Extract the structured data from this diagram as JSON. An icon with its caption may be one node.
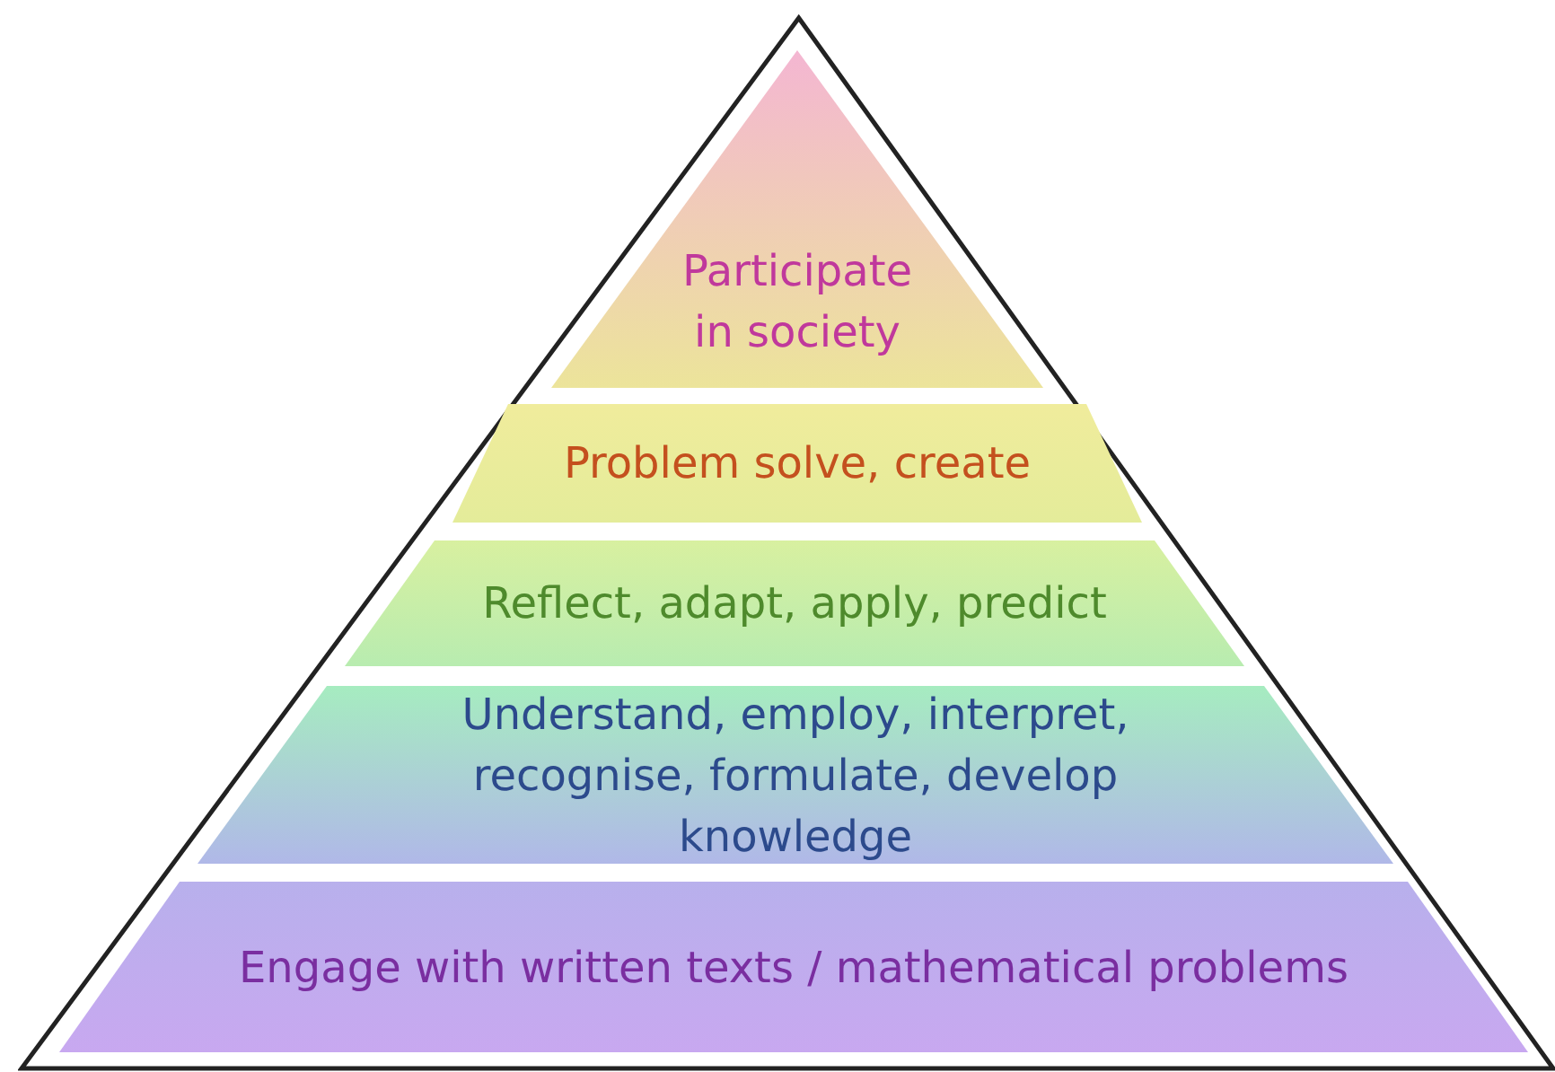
{
  "diagram": {
    "nodes": [
      {
        "text": [],
        "shape": "triangle"
      },
      {
        "text": [
          "Participate in society"
        ],
        "in": 0
      },
      {
        "text": [
          "Problem solve, create"
        ],
        "in": 0
      },
      {
        "text": [
          "Reflect, adapt, apply, predict"
        ],
        "in": 0
      },
      {
        "text": [
          "Understand, employ, interpret, recognise, formulate, develop knowledge"
        ],
        "in": 0
      },
      {
        "text": [
          "Engage with written texts / mathematical problems"
        ],
        "in": 0
      }
    ]
  }
}
